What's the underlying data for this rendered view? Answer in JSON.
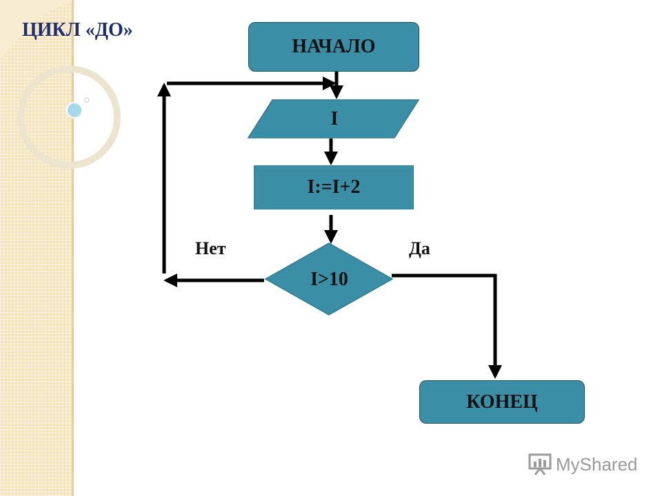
{
  "title": "ЦИКЛ «ДО»",
  "nodes": {
    "start": "НАЧАЛО",
    "input": "I",
    "process": "I:=I+2",
    "decision": "I>10",
    "end": "КОНЕЦ"
  },
  "branches": {
    "no": "Нет",
    "yes": "Да"
  },
  "colors": {
    "shape_fill": "#3a8fa6",
    "title": "#1f2d6e",
    "side_strip": "#f3e2b6"
  },
  "watermark": "MyShared"
}
